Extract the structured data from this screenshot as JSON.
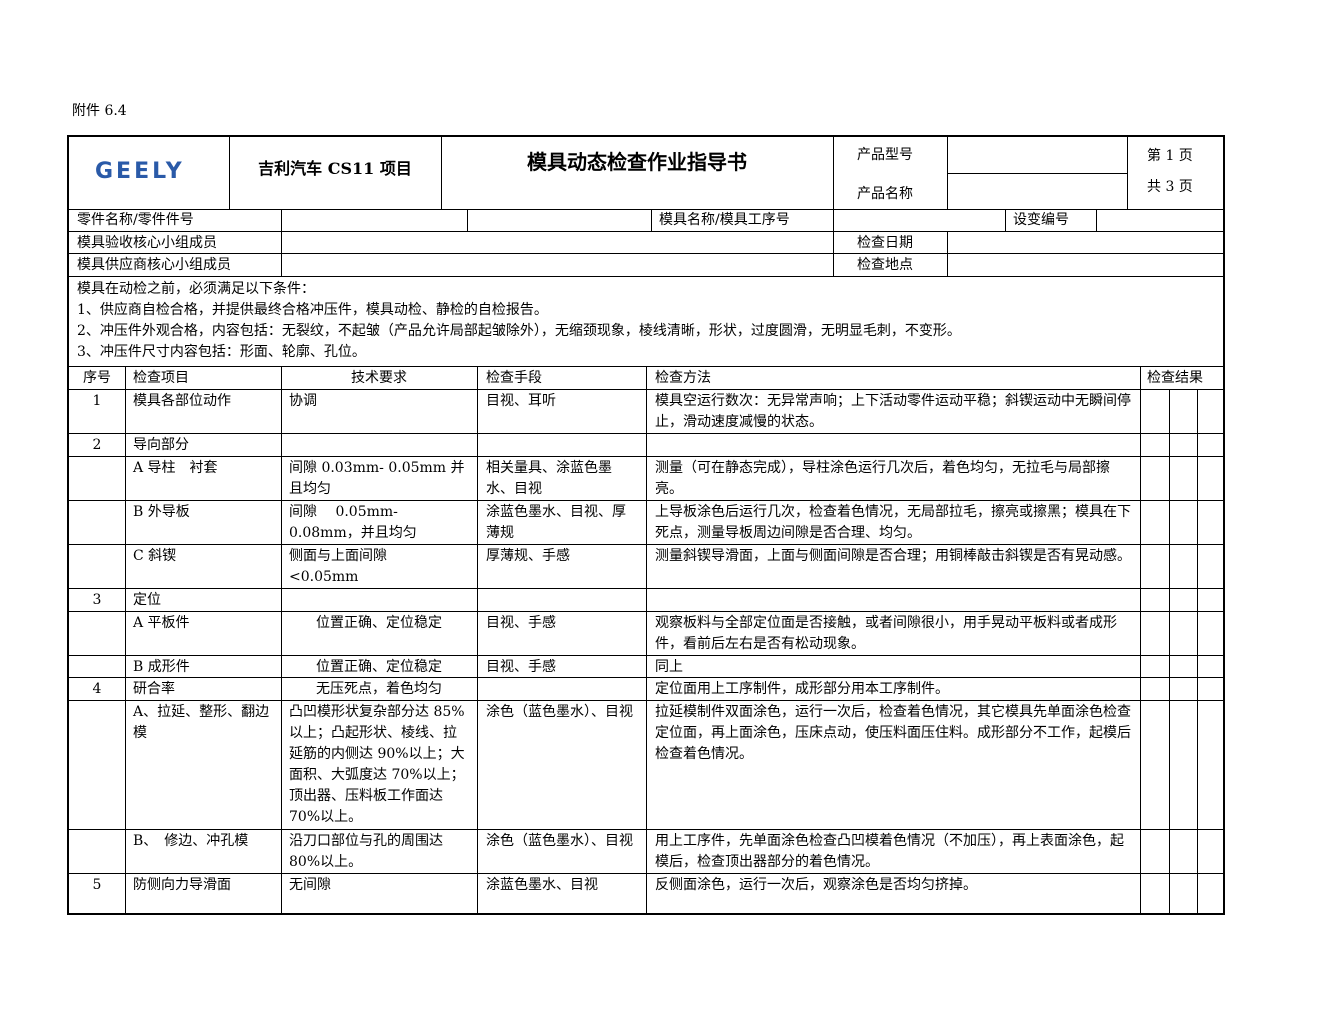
{
  "attachment": "附件 6.4",
  "header": {
    "logo": "GEELY",
    "project": "吉利汽车 CS11 项目",
    "title": "模具动态检查作业指导书",
    "product_model_label": "产品型号",
    "product_name_label": "产品名称",
    "page_current": "第 1 页",
    "page_total": "共 3 页"
  },
  "info": {
    "part_name_label": "零件名称/零件件号",
    "die_name_label": "模具名称/模具工序号",
    "change_no_label": "设变编号",
    "acceptance_team_label": "模具验收核心小组成员",
    "check_date_label": "检查日期",
    "supplier_team_label": "模具供应商核心小组成员",
    "check_place_label": "检查地点"
  },
  "conditions": [
    "模具在动检之前，必须满足以下条件：",
    "1、供应商自检合格，并提供最终合格冲压件，模具动检、静检的自检报告。",
    "2、冲压件外观合格，内容包括：无裂纹，不起皱（产品允许局部起皱除外），无缩颈现象，棱线清晰，形状，过度圆滑，无明显毛刺，不变形。",
    "3、冲压件尺寸内容包括：形面、轮廓、孔位。"
  ],
  "table": {
    "headers": {
      "no": "序号",
      "item": "检查项目",
      "requirement": "技术要求",
      "means": "检查手段",
      "method": "检查方法",
      "result": "检查结果"
    },
    "rows": [
      {
        "no": "1",
        "item": "模具各部位动作",
        "req": "协调",
        "means": "目视、耳听",
        "method": "模具空运行数次：无异常声响；上下活动零件运动平稳；斜锲运动中无瞬间停止，滑动速度减慢的状态。"
      },
      {
        "no": "2",
        "item": "导向部分",
        "req": "",
        "means": "",
        "method": ""
      },
      {
        "no": "",
        "item": "A 导柱　衬套",
        "req": "间隙 0.03mm- 0.05mm 并且均匀",
        "means": "相关量具、涂蓝色墨水、目视",
        "method": "测量（可在静态完成），导柱涂色运行几次后，着色均匀，无拉毛与局部擦亮。"
      },
      {
        "no": "",
        "item": "B 外导板",
        "req": "间隙　 0.05mm-0.08mm，并且均匀",
        "means": "涂蓝色墨水、目视、厚薄规",
        "method": "上导板涂色后运行几次，检查着色情况，无局部拉毛，擦亮或擦黑；模具在下死点，测量导板周边间隙是否合理、均匀。"
      },
      {
        "no": "",
        "item": "C 斜锲",
        "req": "侧面与上面间隙　　<0.05mm",
        "means": "厚薄规、手感",
        "method": "测量斜锲导滑面，上面与侧面间隙是否合理；用铜棒敲击斜锲是否有晃动感。"
      },
      {
        "no": "3",
        "item": "定位",
        "req": "",
        "means": "",
        "method": ""
      },
      {
        "no": "",
        "item": "A 平板件",
        "req": "位置正确、定位稳定",
        "means": "目视、手感",
        "method": "观察板料与全部定位面是否接触，或者间隙很小，用手晃动平板料或者成形件，看前后左右是否有松动现象。"
      },
      {
        "no": "",
        "item": "B 成形件",
        "req": "位置正确、定位稳定",
        "means": "目视、手感",
        "method": "同上"
      },
      {
        "no": "4",
        "item": "研合率",
        "req": "无压死点，着色均匀",
        "means": "",
        "method": "定位面用上工序制件，成形部分用本工序制件。"
      },
      {
        "no": "",
        "item": "A、拉延、整形、翻边模",
        "req": "凸凹模形状复杂部分达 85%以上；凸起形状、棱线、拉延筋的内侧达 90%以上；大面积、大弧度达 70%以上；顶出器、压料板工作面达 70%以上。",
        "means": "涂色（蓝色墨水）、目视",
        "method": "拉延模制件双面涂色，运行一次后，检查着色情况，其它模具先单面涂色检查定位面，再上面涂色，压床点动，使压料面压住料。成形部分不工作，起模后检查着色情况。"
      },
      {
        "no": "",
        "item": "B、　修边、冲孔模",
        "req": "沿刀口部位与孔的周围达 80%以上。",
        "means": "涂色（蓝色墨水）、目视",
        "method": "用上工序件，先单面涂色检查凸凹模着色情况（不加压），再上表面涂色，起模后，检查顶出器部分的着色情况。"
      },
      {
        "no": "5",
        "item": "防侧向力导滑面",
        "req": "无间隙",
        "means": "涂蓝色墨水、目视",
        "method": "反侧面涂色，运行一次后，观察涂色是否均匀挤掉。"
      }
    ]
  }
}
